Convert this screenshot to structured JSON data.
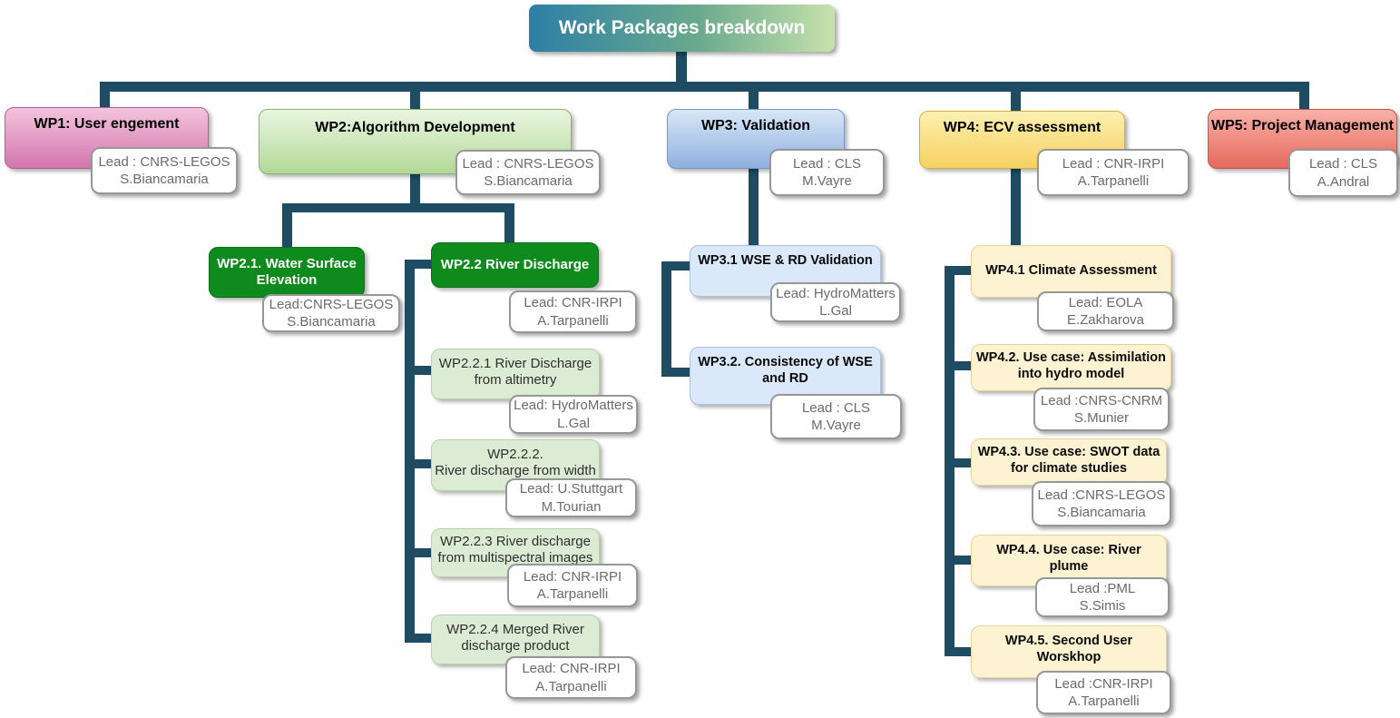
{
  "title": "Work Packages breakdown",
  "colors": {
    "connector": "#1d4c63",
    "title_gradient_start": "#2d7fa6",
    "title_gradient_end": "#c6e2ab",
    "wp1_pink": "#d377ac",
    "wp2_green": "#b2d897",
    "wp3_blue": "#8fb0dd",
    "wp4_yellow": "#f6d160",
    "wp5_red": "#e7695d",
    "dark_green": "#0f8a1d",
    "light_green": "#dcebd4",
    "light_blue": "#dbe8f9",
    "cream": "#fdf3d2"
  },
  "nodes": {
    "wp1": {
      "label": "WP1: User engement",
      "lead": "Lead : CNRS-LEGOS\nS.Biancamaria"
    },
    "wp2": {
      "label": "WP2:Algorithm Development",
      "lead": "Lead : CNRS-LEGOS\nS.Biancamaria"
    },
    "wp3": {
      "label": "WP3: Validation",
      "lead": "Lead : CLS\nM.Vayre"
    },
    "wp4": {
      "label": "WP4: ECV assessment",
      "lead": "Lead : CNR-IRPI\nA.Tarpanelli"
    },
    "wp5": {
      "label": "WP5: Project Management",
      "lead": "Lead : CLS\nA.Andral"
    },
    "wp21": {
      "label": "WP2.1. Water Surface\nElevation",
      "lead": "Lead:CNRS-LEGOS\nS.Biancamaria"
    },
    "wp22": {
      "label": "WP2.2 River Discharge",
      "lead": "Lead: CNR-IRPI\nA.Tarpanelli"
    },
    "wp221": {
      "label": "WP2.2.1 River Discharge\nfrom altimetry",
      "lead": "Lead: HydroMatters\nL.Gal"
    },
    "wp222": {
      "label": "WP2.2.2.\nRiver discharge from width",
      "lead": "Lead: U.Stuttgart\nM.Tourian"
    },
    "wp223": {
      "label": "WP2.2.3 River discharge\nfrom multispectral images",
      "lead": "Lead: CNR-IRPI\nA.Tarpanelli"
    },
    "wp224": {
      "label": "WP2.2.4 Merged River\ndischarge product",
      "lead": "Lead: CNR-IRPI\nA.Tarpanelli"
    },
    "wp31": {
      "label": "WP3.1 WSE & RD Validation",
      "lead": "Lead: HydroMatters\nL.Gal"
    },
    "wp32": {
      "label": "WP3.2. Consistency of WSE\nand RD",
      "lead": "Lead : CLS\nM.Vayre"
    },
    "wp41": {
      "label": "WP4.1 Climate Assessment",
      "lead": "Lead: EOLA\nE.Zakharova"
    },
    "wp42": {
      "label": "WP4.2. Use case: Assimilation\ninto hydro model",
      "lead": "Lead :CNRS-CNRM\nS.Munier"
    },
    "wp43": {
      "label": "WP4.3. Use case: SWOT data\nfor climate studies",
      "lead": "Lead :CNRS-LEGOS\nS.Biancamaria"
    },
    "wp44": {
      "label": "WP4.4. Use case: River\nplume",
      "lead": "Lead :PML\nS.Simis"
    },
    "wp45": {
      "label": "WP4.5. Second User\nWorskhop",
      "lead": "Lead :CNR-IRPI\nA.Tarpanelli"
    }
  }
}
